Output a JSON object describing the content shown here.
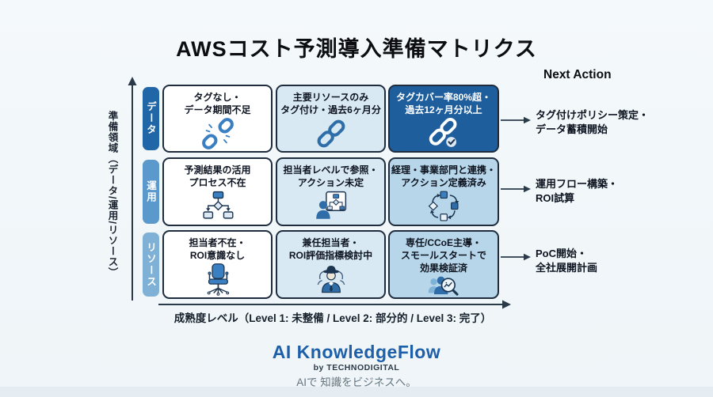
{
  "title": "AWSコスト予測導入準備マトリクス",
  "y_axis": {
    "label": "準備領域（データ/運用/リソース）"
  },
  "x_axis": {
    "label": "成熟度レベル（Level 1: 未整備 / Level 2: 部分的 / Level 3: 完了）"
  },
  "matrix": {
    "rows": [
      {
        "label": "データ",
        "cells": [
          {
            "text": "タグなし・\nデータ期間不足",
            "icon": "broken-chain-icon"
          },
          {
            "text": "主要リソースのみ\nタグ付け・過去6ヶ月分",
            "icon": "chain-icon"
          },
          {
            "text": "タグカバー率80%超・\n過去12ヶ月分以上",
            "icon": "chain-check-icon"
          }
        ]
      },
      {
        "label": "運用",
        "cells": [
          {
            "text": "予測結果の活用\nプロセス不在",
            "icon": "flowchart-icon"
          },
          {
            "text": "担当者レベルで参照・\nアクション未定",
            "icon": "person-flowchart-icon"
          },
          {
            "text": "経理・事業部門と連携・\nアクション定義済み",
            "icon": "cycle-flowchart-icon"
          }
        ]
      },
      {
        "label": "リソース",
        "cells": [
          {
            "text": "担当者不在・\nROI意識なし",
            "icon": "empty-chair-icon"
          },
          {
            "text": "兼任担当者・\nROI評価指標検討中",
            "icon": "detective-person-icon"
          },
          {
            "text": "専任/CCoE主導・\nスモールスタートで\n効果検証済",
            "icon": "team-magnifier-icon"
          }
        ]
      }
    ]
  },
  "next_action": {
    "heading": "Next Action",
    "items": [
      "タグ付けポリシー策定・\nデータ蓄積開始",
      "運用フロー構築・\nROI試算",
      "PoC開始・\n全社展開計画"
    ]
  },
  "footer": {
    "brand": "AI KnowledgeFlow",
    "byline": "by TECHNODIGITAL",
    "tagline": "AIで 知識をビジネスへ。"
  },
  "colors": {
    "background": "#f1f6f9",
    "cell_border": "#1e2c3d",
    "level1_bg": "#ffffff",
    "level2_bg": "#d8e9f3",
    "level3_dark_bg": "#1f5e9d",
    "level3_light_bg": "#b7d6ea",
    "pill_data": "#2166a7",
    "pill_unyo": "#5b98cb",
    "pill_resource": "#7fb1d6",
    "icon_blue": "#3a7fc1",
    "icon_outline": "#1d3550",
    "brand_blue": "#1d5fa9"
  }
}
